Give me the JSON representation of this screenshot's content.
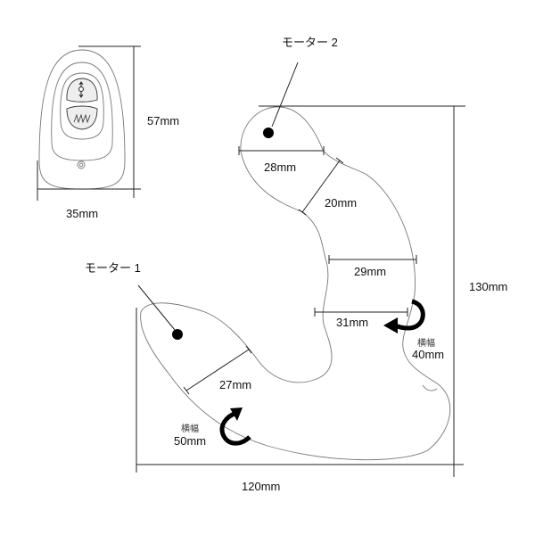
{
  "labels": {
    "motor_2": "モーター 2",
    "motor_1": "モーター 1",
    "remote_height": "57mm",
    "remote_width": "35mm",
    "head_width": "28mm",
    "neck_width": "20mm",
    "shaft_width": "29mm",
    "base_shaft_width": "31mm",
    "lower_arm_width": "27mm",
    "overall_height": "130mm",
    "overall_length": "120mm",
    "rotation_upper_label": "横幅",
    "rotation_upper_value": "40mm",
    "rotation_lower_label": "横幅",
    "rotation_lower_value": "50mm"
  },
  "icons": {
    "remote_button_top": "arrows-up-down-icon",
    "remote_button_bottom": "wave-icon",
    "remote_power": "power-button-icon"
  }
}
